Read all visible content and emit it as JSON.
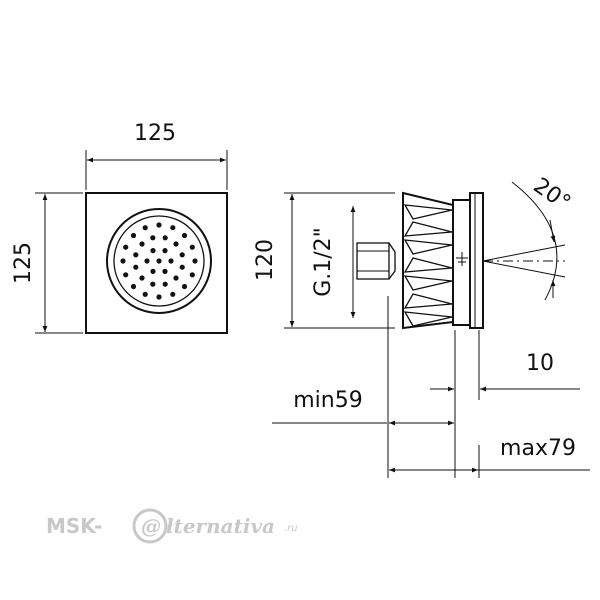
{
  "front_view": {
    "width_label": "125",
    "height_label": "125"
  },
  "side_view": {
    "height_label": "120",
    "thread_label": "G.1/2\"",
    "depth_label": "10",
    "min_label": "min59",
    "max_label": "max79",
    "angle_label": "20°"
  },
  "watermark": {
    "brand_prefix": "MSK-",
    "brand_at": "@",
    "brand_suffix": "lternativa",
    "brand_domain": ".ru"
  }
}
